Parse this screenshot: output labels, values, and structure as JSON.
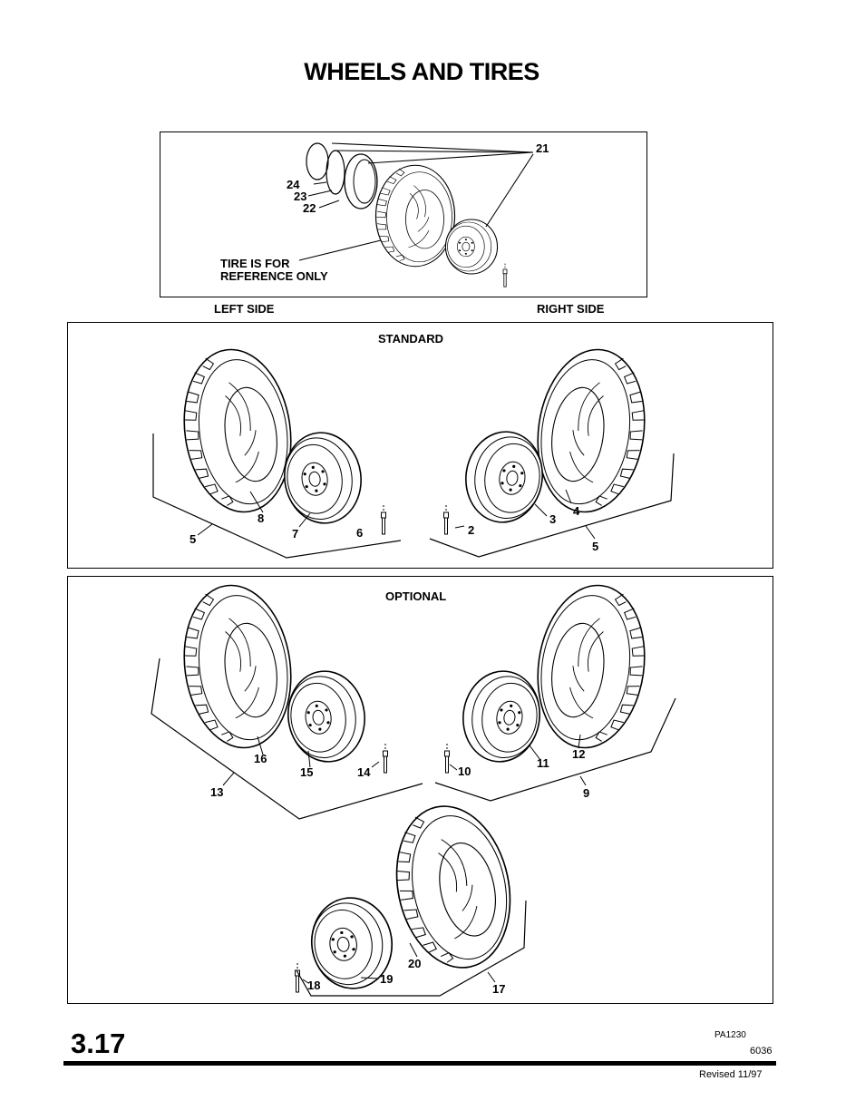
{
  "title": "WHEELS AND TIRES",
  "top_diagram": {
    "note_line1": "TIRE IS FOR",
    "note_line2": "REFERENCE ONLY",
    "callouts": [
      "21",
      "24",
      "23",
      "22"
    ]
  },
  "side_labels": {
    "left": "LEFT SIDE",
    "right": "RIGHT SIDE"
  },
  "standard": {
    "heading": "STANDARD",
    "callouts": [
      "8",
      "7",
      "6",
      "5",
      "2",
      "3",
      "4",
      "5"
    ]
  },
  "optional": {
    "heading": "OPTIONAL",
    "callouts": [
      "16",
      "15",
      "14",
      "13",
      "10",
      "11",
      "12",
      "9",
      "20",
      "18",
      "19",
      "17"
    ]
  },
  "footer": {
    "section": "3.17",
    "figure_id": "PA1230",
    "page_code": "6036",
    "revised": "Revised 11/97"
  }
}
